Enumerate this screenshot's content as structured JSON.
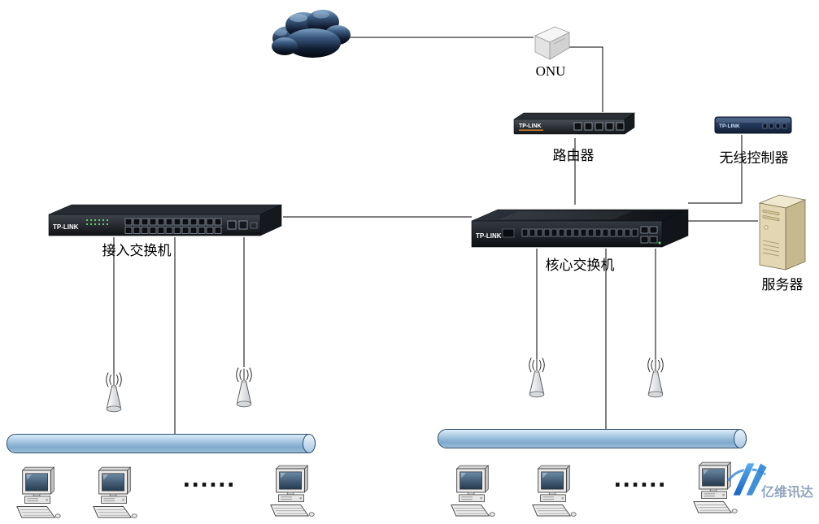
{
  "diagram": {
    "nodes": {
      "onu": {
        "label": "ONU"
      },
      "router": {
        "label": "路由器",
        "brand": "TP-LINK"
      },
      "wireless_controller": {
        "label": "无线控制器",
        "brand": "TP-LINK"
      },
      "access_switch": {
        "label": "接入交换机",
        "brand": "TP-LINK"
      },
      "core_switch": {
        "label": "核心交换机",
        "brand": "TP-LINK"
      },
      "server": {
        "label": "服务器"
      }
    },
    "ellipsis": {
      "left": "......",
      "right": "......"
    },
    "watermark": {
      "text": "亿维讯达"
    },
    "colors": {
      "line": "#000000",
      "bus_fill": "#9cc2e0",
      "cloud_dark": "#0a1322",
      "watermark_blue": "#2f86d6"
    }
  }
}
